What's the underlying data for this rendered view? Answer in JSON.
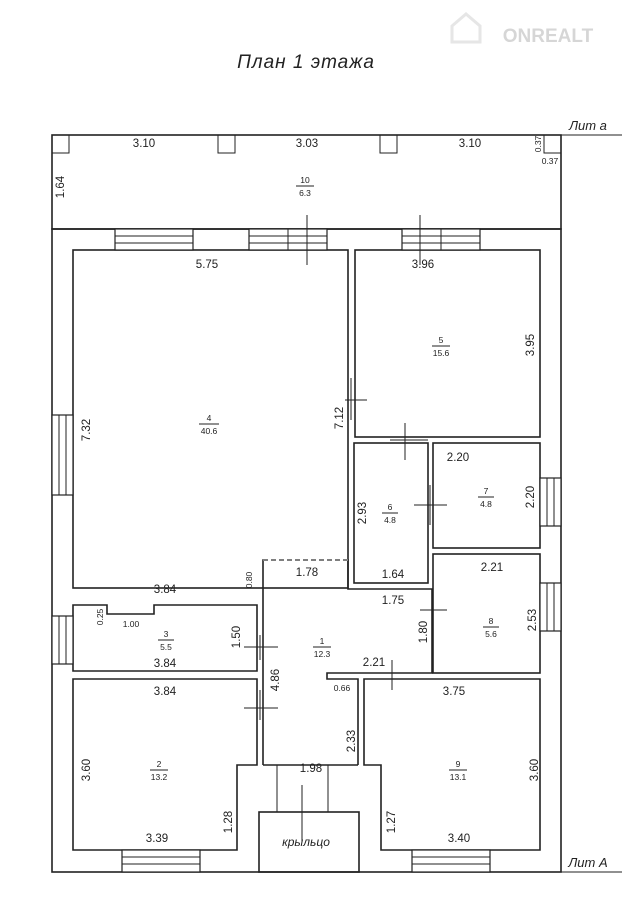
{
  "title": "План 1 этажа",
  "watermark": "ONREALT",
  "labels": {
    "lit_small": "Лит а",
    "lit_big": "Лит А",
    "porch": "крыльцо"
  },
  "rooms": [
    {
      "num": "1",
      "area": "12.3"
    },
    {
      "num": "2",
      "area": "13.2"
    },
    {
      "num": "3",
      "area": "5.5"
    },
    {
      "num": "4",
      "area": "40.6"
    },
    {
      "num": "5",
      "area": "15.6"
    },
    {
      "num": "6",
      "area": "4.8"
    },
    {
      "num": "7",
      "area": "4.8"
    },
    {
      "num": "8",
      "area": "5.6"
    },
    {
      "num": "9",
      "area": "13.1"
    },
    {
      "num": "10",
      "area": "6.3"
    }
  ],
  "dims": {
    "ver_top_1": "3.10",
    "ver_top_2": "3.03",
    "ver_top_3": "3.10",
    "ver_post_h": "0.37",
    "ver_post_w": "0.37",
    "ver_depth": "1.64",
    "r4_top": "5.75",
    "r4_left": "7.32",
    "r4_right": "7.12",
    "r4_bottom": "3.84",
    "r4_step": "0.80",
    "r5_top": "3.96",
    "r5_right": "3.95",
    "r7_top": "2.20",
    "r7_right": "2.20",
    "r6_left": "2.93",
    "r6_bottom": "1.64",
    "hall_top": "1.78",
    "hall_mid": "1.75",
    "hall_right": "1.80",
    "hall_left": "4.86",
    "hall_step": "2.21",
    "hall_nib": "0.66",
    "hall_lower": "2.33",
    "hall_bottom": "1.98",
    "r8_top": "2.21",
    "r8_right": "2.53",
    "r3_notch_h": "0.25",
    "r3_notch_w": "1.00",
    "r3_right": "1.50",
    "r3_bottom": "3.84",
    "r2_top": "3.84",
    "r2_left": "3.60",
    "r2_step": "1.28",
    "r2_bottom": "3.39",
    "r9_top": "3.75",
    "r9_right": "3.60",
    "r9_step": "1.27",
    "r9_bottom": "3.40"
  }
}
